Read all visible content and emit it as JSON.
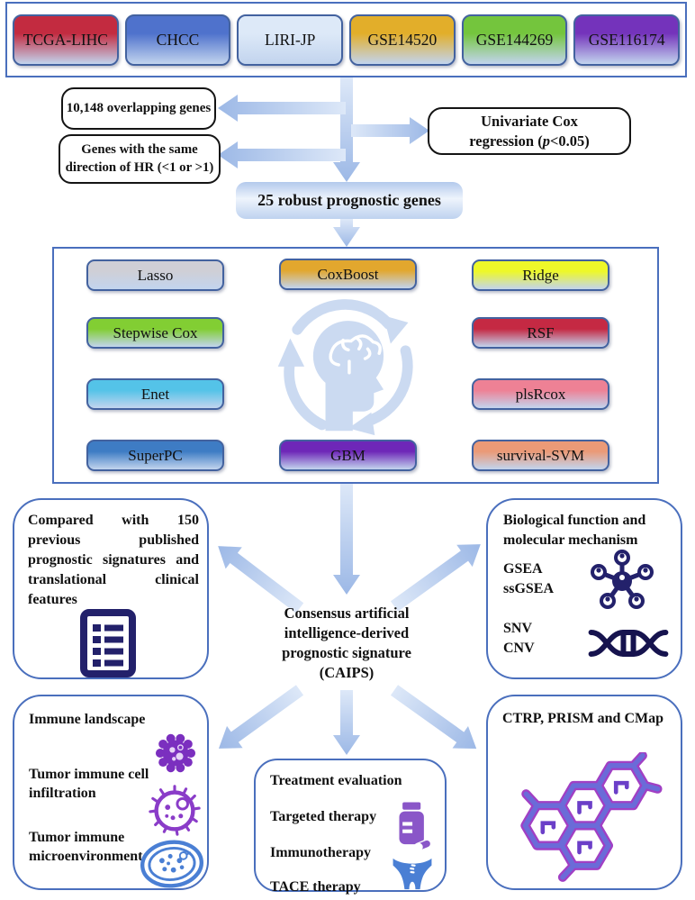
{
  "colors": {
    "frame_border": "#4a6fbd",
    "box_border": "#43629f",
    "arrow_light": "#dbe6f7",
    "arrow_deep": "#9cb8e6",
    "gradient_base": "#c2d4ee",
    "icon_navy": "#23216b",
    "icon_purple": "#7b2fbf",
    "icon_violet": "#8a3cc8",
    "icon_blue": "#4a7fd4",
    "icon_pill_purple": "#8a56c8",
    "hex_blue": "#6b6bd8",
    "hex_purple": "#a13fc4",
    "watermark_blue": "#cbdaf1"
  },
  "datasets": [
    {
      "label": "TCGA-LIHC",
      "color": "#c32b40"
    },
    {
      "label": "CHCC",
      "color": "#4f72cc"
    },
    {
      "label": "LIRI-JP",
      "color": "#dde9f8"
    },
    {
      "label": "GSE14520",
      "color": "#e2ae2a"
    },
    {
      "label": "GSE144269",
      "color": "#74c53d"
    },
    {
      "label": "GSE116174",
      "color": "#7433bb"
    }
  ],
  "screening": {
    "overlap": "10,148 overlapping genes",
    "hr": "Genes with the same direction of HR (<1 or >1)",
    "cox_line1": "Univariate Cox",
    "cox_pre": "regression (",
    "cox_italic": "p",
    "cox_post": "<0.05)",
    "robust": "25 robust prognostic genes"
  },
  "ml_methods": [
    {
      "label": "Lasso",
      "color": "#cfcfd6"
    },
    {
      "label": "Stepwise Cox",
      "color": "#82ce33"
    },
    {
      "label": "Enet",
      "color": "#54c3e8"
    },
    {
      "label": "SuperPC",
      "color": "#3e7cc4"
    },
    {
      "label": "CoxBoost",
      "color": "#e2a72e"
    },
    {
      "label": "GBM",
      "color": "#6e27b8"
    },
    {
      "label": "Ridge",
      "color": "#eef829"
    },
    {
      "label": "RSF",
      "color": "#c52943"
    },
    {
      "label": "plsRcox",
      "color": "#ee8195"
    },
    {
      "label": "survival-SVM",
      "color": "#eb9a77"
    }
  ],
  "caips": {
    "line1": "Consensus artificial",
    "line2": "intelligence-derived",
    "line3": "prognostic signature",
    "line4": "(CAIPS)"
  },
  "panels": {
    "compare": {
      "text": "Compared with 150 previous published prognostic signatures and translational clinical features"
    },
    "biology": {
      "title": "Biological function and molecular mechanism",
      "item1": "GSEA",
      "item2": "ssGSEA",
      "item3": "SNV",
      "item4": "CNV"
    },
    "immune": {
      "title": "Immune landscape",
      "item1": "Tumor immune cell infiltration",
      "item2": "Tumor immune microenvironment"
    },
    "treatment": {
      "title": "Treatment evaluation",
      "item1": "Targeted therapy",
      "item2": "Immunotherapy",
      "item3": "TACE therapy"
    },
    "drugs": {
      "title": "CTRP, PRISM and CMap"
    }
  },
  "icons": {
    "ai": "brain-cycle",
    "compare": "checklist-document",
    "biology_network": "pathway-network",
    "biology_dna": "dna-helix",
    "immune_virus": "virus",
    "immune_cell": "immune-cell",
    "immune_dish": "petri-dish",
    "treatment_pills": "pill-bottle",
    "treatment_body": "abdomen-tace",
    "drugs_hex": "chemical-structure"
  }
}
